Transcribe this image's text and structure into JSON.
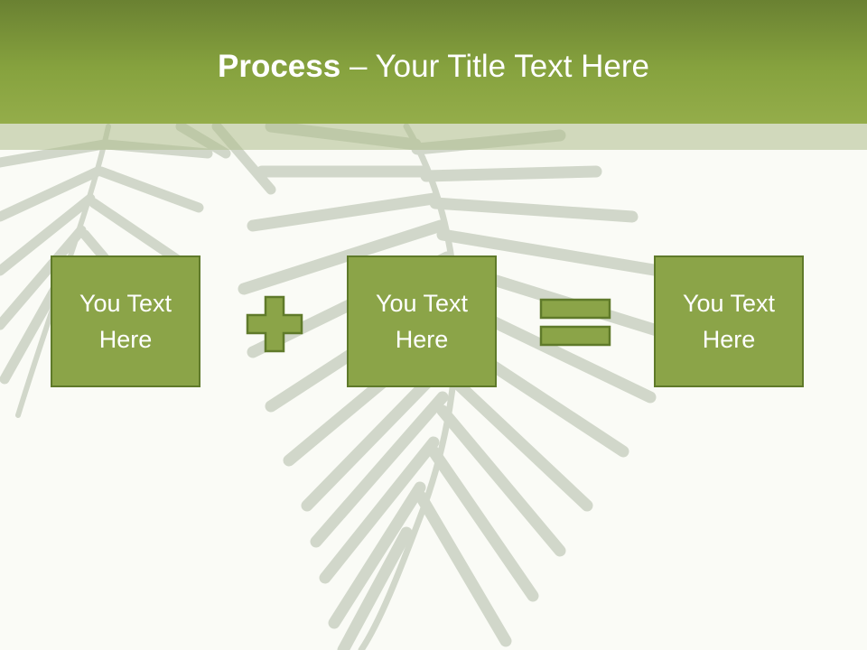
{
  "title": {
    "bold": "Process",
    "rest": " – Your Title Text Here"
  },
  "process_steps": [
    {
      "text": "You Text Here"
    },
    {
      "text": "You Text Here"
    },
    {
      "text": "You Text Here"
    }
  ],
  "operators": [
    {
      "icon": "plus-icon"
    },
    {
      "icon": "equals-icon"
    }
  ],
  "colors": {
    "title_bar": "#86a23e",
    "box_fill": "#8ba448",
    "box_border": "#5f7a2a",
    "background": "#fafbf6",
    "text": "#ffffff"
  }
}
